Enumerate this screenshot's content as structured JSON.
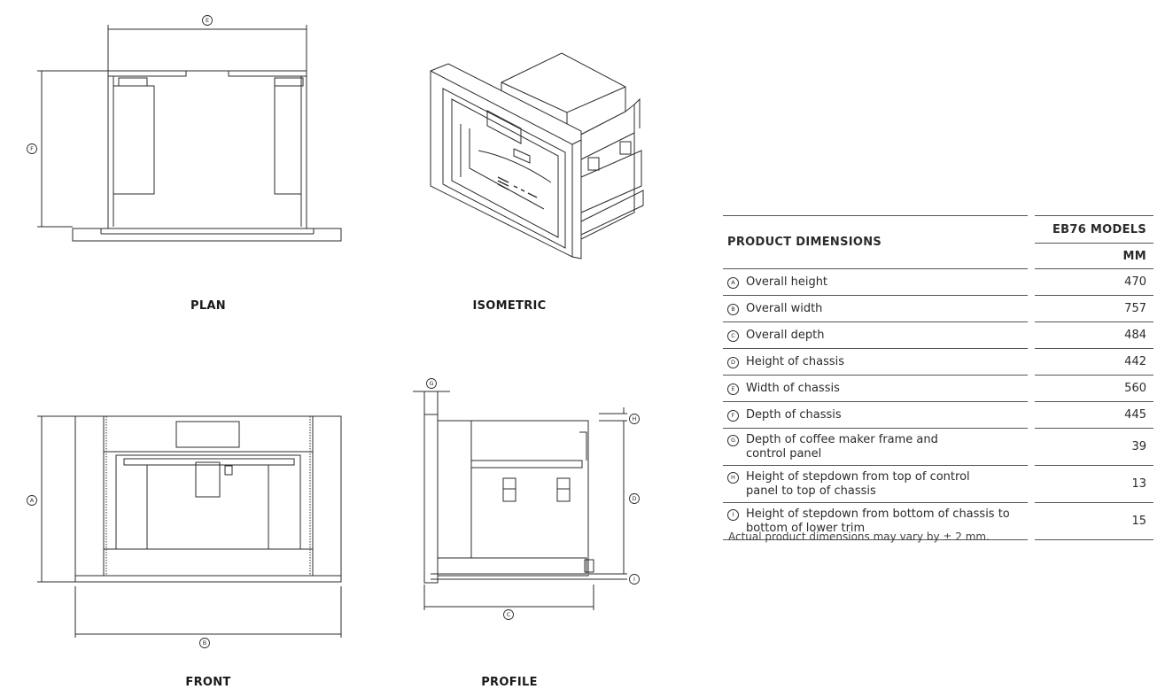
{
  "views": {
    "plan": "PLAN",
    "isometric": "ISOMETRIC",
    "front": "FRONT",
    "profile": "PROFILE"
  },
  "markers": {
    "a": "A",
    "b": "B",
    "c": "C",
    "d": "D",
    "e": "E",
    "f": "F",
    "g": "G",
    "h": "H",
    "i": "I"
  },
  "table": {
    "title": "PRODUCT DIMENSIONS",
    "model_header": "EB76 MODELS",
    "unit_header": "MM",
    "rows": [
      {
        "marker": "A",
        "label": "Overall height",
        "value": "470"
      },
      {
        "marker": "B",
        "label": "Overall width",
        "value": "757"
      },
      {
        "marker": "C",
        "label": "Overall depth",
        "value": "484"
      },
      {
        "marker": "D",
        "label": "Height of chassis",
        "value": "442"
      },
      {
        "marker": "E",
        "label": "Width of chassis",
        "value": "560"
      },
      {
        "marker": "F",
        "label": "Depth of chassis",
        "value": "445"
      },
      {
        "marker": "G",
        "label": "Depth of coffee maker frame and control panel",
        "value": "39"
      },
      {
        "marker": "H",
        "label": "Height of stepdown from top of control panel to top of chassis",
        "value": "13"
      },
      {
        "marker": "I",
        "label": "Height of stepdown from bottom of chassis to bottom of lower trim",
        "value": "15"
      }
    ],
    "note": "Actual product dimensions may vary by ± 2 mm."
  },
  "colors": {
    "line": "#2b2b2b",
    "rule": "#555555",
    "background": "#ffffff"
  }
}
